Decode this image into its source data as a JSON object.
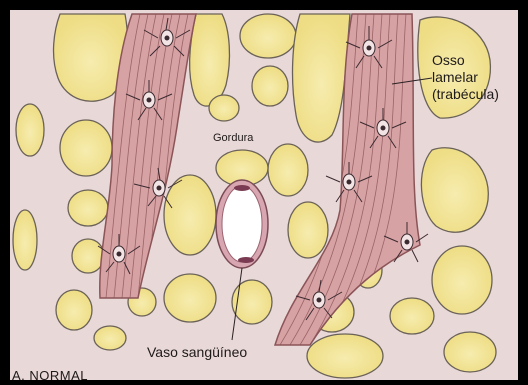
{
  "labels": {
    "bone_line1": "Osso",
    "bone_line2": "lamelar",
    "bone_line3": "(trabécula)",
    "fat": "Gordura",
    "vessel": "Vaso sangüíneo",
    "panel": "A. NORMAL"
  },
  "colors": {
    "background": "#e9d8d8",
    "fat_fill": "#eedd84",
    "fat_core": "#f6ecae",
    "fat_outline": "#6a6258",
    "trabecula_fill": "#d7a2a4",
    "trabecula_line": "#8b5558",
    "osteocyte": "#3a2a30",
    "vessel_wall": "#c98c9a",
    "vessel_lumen": "#ffffff",
    "frame": "#000000"
  }
}
